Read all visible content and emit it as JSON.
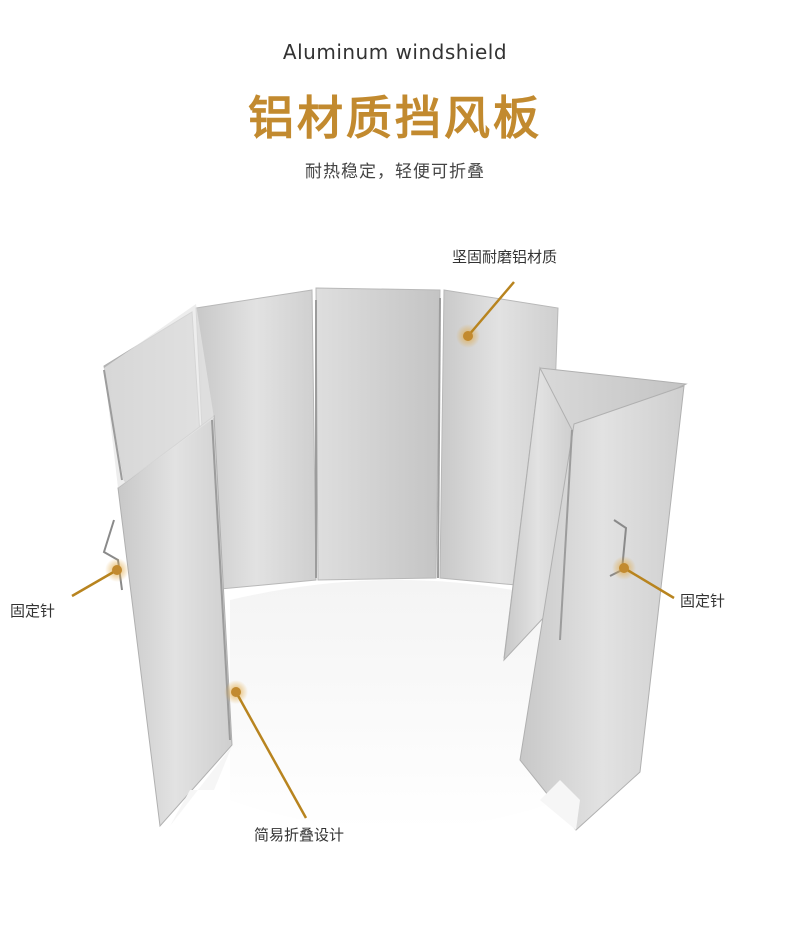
{
  "header": {
    "english_title": "Aluminum windshield",
    "chinese_title": "铝材质挡风板",
    "tagline": "耐热稳定，轻便可折叠"
  },
  "callouts": {
    "material": "坚固耐磨铝材质",
    "pin_left": "固定针",
    "pin_right": "固定针",
    "folding": "简易折叠设计"
  },
  "colors": {
    "accent": "#c28a2f",
    "panel": "#d9d9d9",
    "panel_dark": "#bdbdbd"
  },
  "icons": {
    "callout_marker": "gold-dot-icon"
  }
}
